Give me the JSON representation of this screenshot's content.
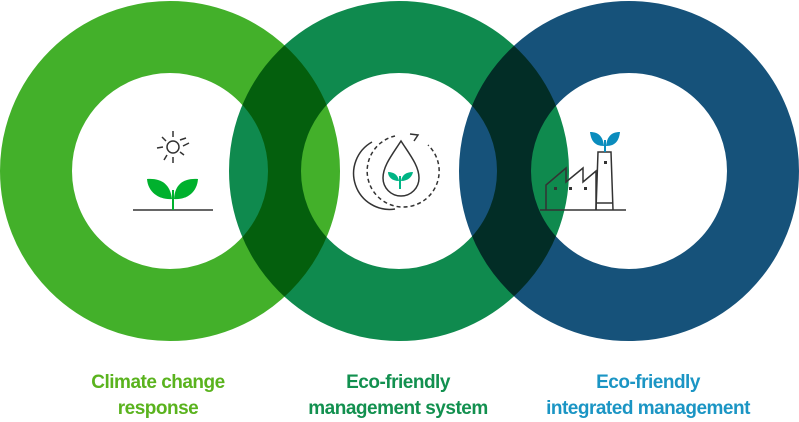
{
  "colors": {
    "climate": "#43b02a",
    "eco": "#0f8a4e",
    "integrated": "#16527a",
    "climate_text": "#5ab31e",
    "eco_text": "#12904f",
    "integrated_text": "#1b95c4"
  },
  "items": [
    {
      "line1": "Climate change",
      "line2": "response",
      "icon": "sun-sprout-icon"
    },
    {
      "line1": "Eco-friendly",
      "line2": "management system",
      "icon": "water-drop-cycle-icon"
    },
    {
      "line1": "Eco-friendly",
      "line2": "integrated management",
      "icon": "factory-sprout-icon"
    }
  ]
}
